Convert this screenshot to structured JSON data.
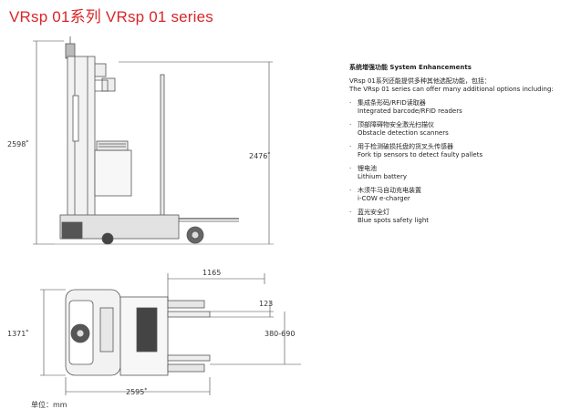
{
  "title": "VRsp 01系列 VRsp 01 series",
  "side_view": {
    "overall_height": "2598",
    "mast_height": "2476",
    "footnote_mark": "*"
  },
  "top_view": {
    "fork_length": "1165",
    "fork_width": "123",
    "fork_spread": "380-690",
    "overall_width": "1371",
    "overall_length": "2595",
    "footnote_mark": "*"
  },
  "unit_label": "单位：mm",
  "enhancements": {
    "heading": "系统增强功能 System Enhancements",
    "intro_cn": "VRsp 01系列还能提供多种其他选配功能，包括：",
    "intro_en": "The VRsp 01 series can offer many additional options including:",
    "bullet": "·",
    "items": [
      {
        "cn": "集成条形码/RFID读取器",
        "en": "Integrated barcode/RFID readers"
      },
      {
        "cn": "顶部障碍物安全激光扫描仪",
        "en": "Obstacle detection scanners"
      },
      {
        "cn": "用于检测破损托盘的货叉头传感器",
        "en": "Fork tip sensors to detect faulty pallets"
      },
      {
        "cn": "锂电池",
        "en": "Lithium battery"
      },
      {
        "cn": "木须牛马自动充电装置",
        "en": "i-COW e-charger"
      },
      {
        "cn": "蓝光安全灯",
        "en": "Blue spots safety light"
      }
    ]
  },
  "colors": {
    "title": "#d9262b",
    "line": "#555555",
    "dim": "#444444"
  }
}
